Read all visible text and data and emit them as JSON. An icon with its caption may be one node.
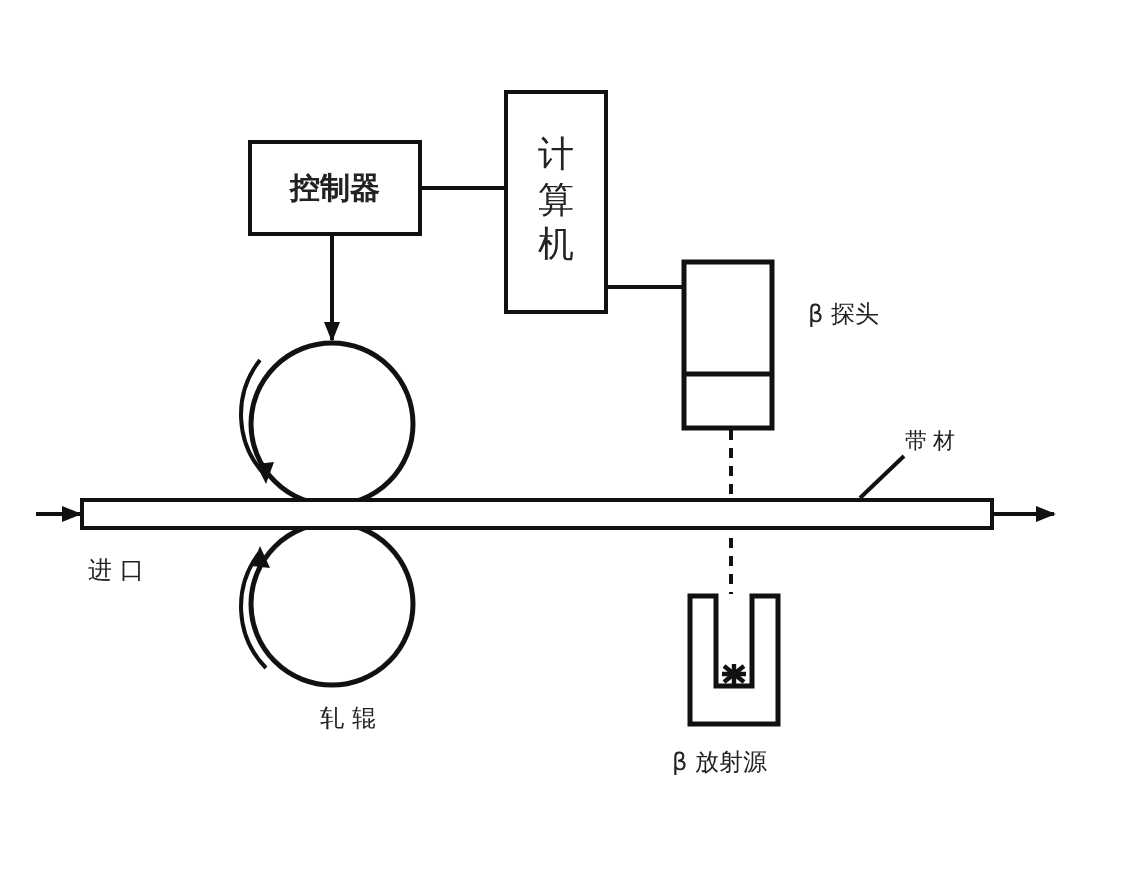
{
  "diagram": {
    "nodes": [
      {
        "text": [
          "控制器"
        ]
      },
      {
        "text": [
          "计算机"
        ]
      },
      {
        "text": [],
        "shape": "box",
        "beside": [
          "β 探头"
        ]
      },
      {
        "text": [],
        "shape": "circle"
      },
      {
        "text": [],
        "shape": "circle",
        "beside": [
          "轧 辊"
        ]
      },
      {
        "text": [],
        "shape": "bar"
      },
      {
        "text": [],
        "shape": "box",
        "beside": [
          "β 放射源"
        ]
      },
      {
        "text": [
          "带 材"
        ]
      }
    ],
    "edges": [
      {
        "from": 0,
        "to": 1,
        "arrow": "none"
      },
      {
        "from": 1,
        "to": 2,
        "arrow": "none"
      },
      {
        "from": 0,
        "to": 3,
        "arrow": "to"
      },
      {
        "from": 2,
        "to": 6,
        "arrow": "none",
        "style": "dashed"
      },
      {
        "from": 7,
        "to": 5,
        "arrow": "none"
      },
      {
        "from": null,
        "to": 5,
        "arrow": "to"
      },
      {
        "from": 5,
        "to": null,
        "arrow": "to"
      }
    ],
    "labels": [
      "进 口"
    ]
  }
}
